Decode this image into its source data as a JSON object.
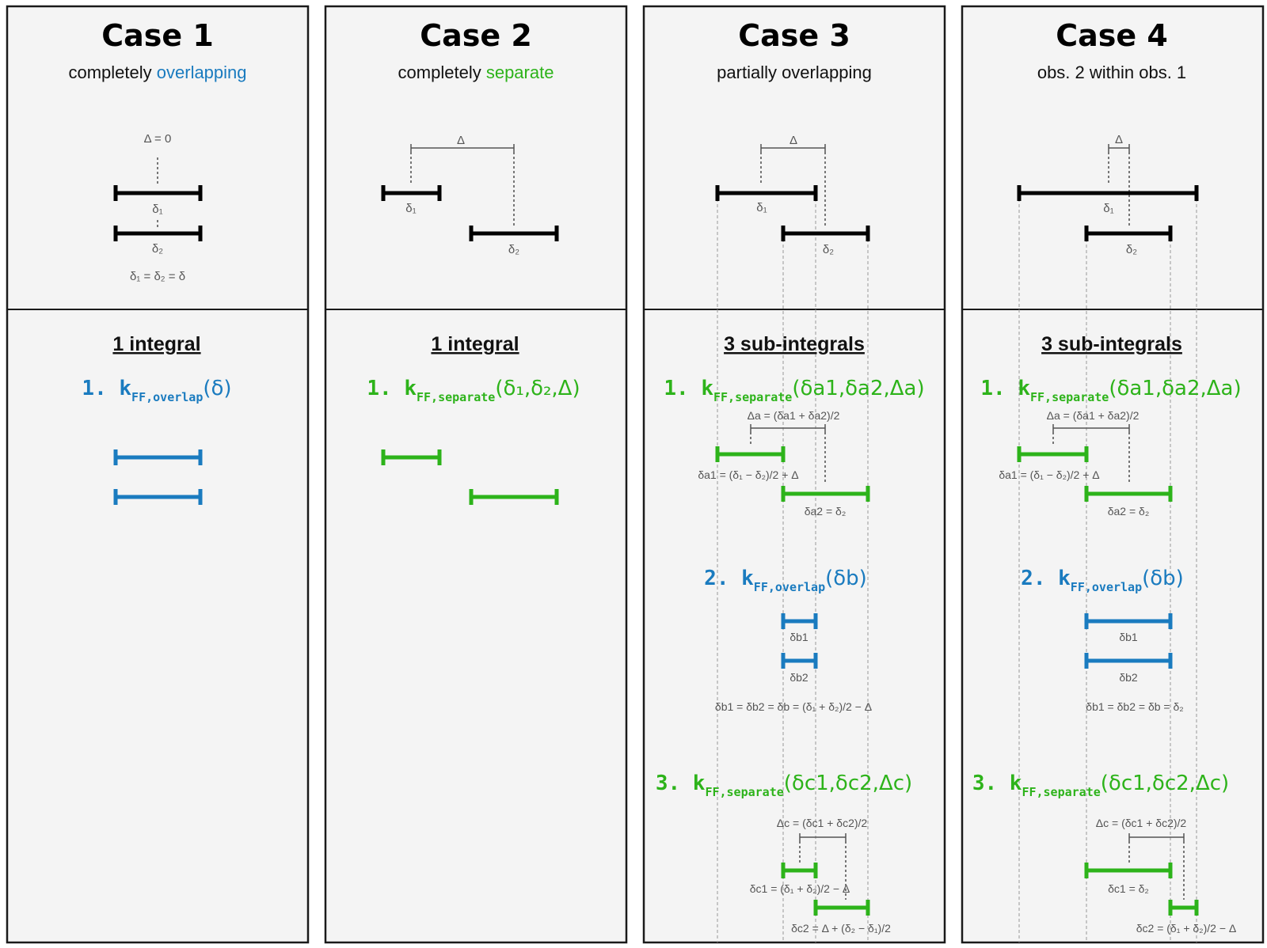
{
  "colors": {
    "blue": "#1a7bbf",
    "green": "#2db31a",
    "black": "#000000",
    "panel": "#f4f4f4"
  },
  "cases": [
    {
      "title": "Case 1",
      "subtitle_plain": "completely ",
      "subtitle_colored": "overlapping",
      "subtitle_color": "blue",
      "top_labels": {
        "delta": "Δ = 0",
        "d1": "δ₁",
        "d2": "δ₂",
        "eq": "δ₁ = δ₂ = δ"
      },
      "header": "1 integral",
      "formulas": [
        {
          "num": "1.",
          "k": "k",
          "sub": "FF,overlap",
          "args": "(δ)",
          "color": "blue"
        }
      ]
    },
    {
      "title": "Case 2",
      "subtitle_plain": "completely ",
      "subtitle_colored": "separate",
      "subtitle_color": "green",
      "top_labels": {
        "delta": "Δ",
        "d1": "δ₁",
        "d2": "δ₂"
      },
      "header": "1 integral",
      "formulas": [
        {
          "num": "1.",
          "k": "k",
          "sub": "FF,separate",
          "args": "(δ₁,δ₂,Δ)",
          "color": "green"
        }
      ]
    },
    {
      "title": "Case 3",
      "subtitle_plain": "partially overlapping",
      "top_labels": {
        "delta": "Δ",
        "d1": "δ₁",
        "d2": "δ₂"
      },
      "header": "3 sub-integrals",
      "formulas": [
        {
          "num": "1.",
          "k": "k",
          "sub": "FF,separate",
          "args": "(δa1,δa2,Δa)",
          "color": "green"
        },
        {
          "num": "2.",
          "k": "k",
          "sub": "FF,overlap",
          "args": "(δb)",
          "color": "blue"
        },
        {
          "num": "3.",
          "k": "k",
          "sub": "FF,separate",
          "args": "(δc1,δc2,Δc)",
          "color": "green"
        }
      ],
      "labels": {
        "da": "Δa = (δa1 + δa2)/2",
        "da1": "δa1 = (δ₁ − δ₂)/2 + Δ",
        "da2": "δa2 = δ₂",
        "db1": "δb1",
        "db2": "δb2",
        "db_eq": "δb1 = δb2 = δb = (δ₁ + δ₂)/2 − Δ",
        "dc": "Δc = (δc1 + δc2)/2",
        "dc1": "δc1 = (δ₁ + δ₂)/2 − Δ",
        "dc2": "δc2 = Δ + (δ₂ − δ₁)/2"
      }
    },
    {
      "title": "Case 4",
      "subtitle_plain": "obs. 2 within obs. 1",
      "top_labels": {
        "delta": "Δ",
        "d1": "δ₁",
        "d2": "δ₂"
      },
      "header": "3 sub-integrals",
      "formulas": [
        {
          "num": "1.",
          "k": "k",
          "sub": "FF,separate",
          "args": "(δa1,δa2,Δa)",
          "color": "green"
        },
        {
          "num": "2.",
          "k": "k",
          "sub": "FF,overlap",
          "args": "(δb)",
          "color": "blue"
        },
        {
          "num": "3.",
          "k": "k",
          "sub": "FF,separate",
          "args": "(δc1,δc2,Δc)",
          "color": "green"
        }
      ],
      "labels": {
        "da": "Δa = (δa1 + δa2)/2",
        "da1": "δa1 = (δ₁ − δ₂)/2 + Δ",
        "da2": "δa2 = δ₂",
        "db1": "δb1",
        "db2": "δb2",
        "db_eq": "δb1 = δb2 = δb = δ₂",
        "dc": "Δc = (δc1 + δc2)/2",
        "dc1": "δc1 = δ₂",
        "dc2": "δc2 = (δ₁ + δ₂)/2 − Δ"
      }
    }
  ]
}
